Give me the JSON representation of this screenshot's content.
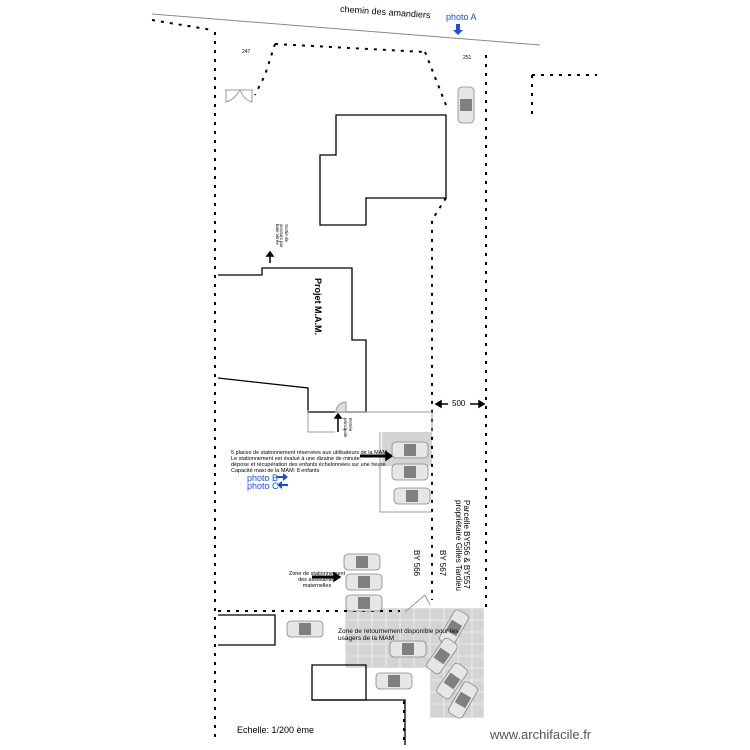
{
  "street": "chemin des amandiers",
  "photos": {
    "a": "photo A",
    "b": "photo B",
    "c": "photo C"
  },
  "parcel_numbers": {
    "left": "247",
    "right": "251"
  },
  "project_title": "Projet M.A.M.",
  "emergency_exit": "Sortie de secours par baie vitrée",
  "main_entrance": "Entrée principale",
  "parking_note": {
    "line1": "5 places de stationnement réservées aux utilisateurs de la MAM.",
    "line2": "Le stationnement est évalué à une dizaine de minute:",
    "line3": "dépose et récupération des enfants échelonnées sur une heure.",
    "line4": "Capacité maxi de la MAM: 8 enfants"
  },
  "dimension": "500",
  "neighbor_parcel": {
    "line1": "Parcelle BY556 & BY557",
    "line2": "propriétaire Gilles Tardieu"
  },
  "parcel_labels": {
    "by566": "BY 566",
    "by567": "BY 567"
  },
  "staff_parking": "Zone de stationnement des assistantes maternelles",
  "turnaround_zone": "Zone de retournement disponible pour les usagers de la MAM",
  "scale": "Echelle: 1/200 ème",
  "watermark": "www.archifacile.fr",
  "colors": {
    "photo_label": "#1a4fd6",
    "paving": "#d4d4d4",
    "car_roof": "#808080"
  }
}
